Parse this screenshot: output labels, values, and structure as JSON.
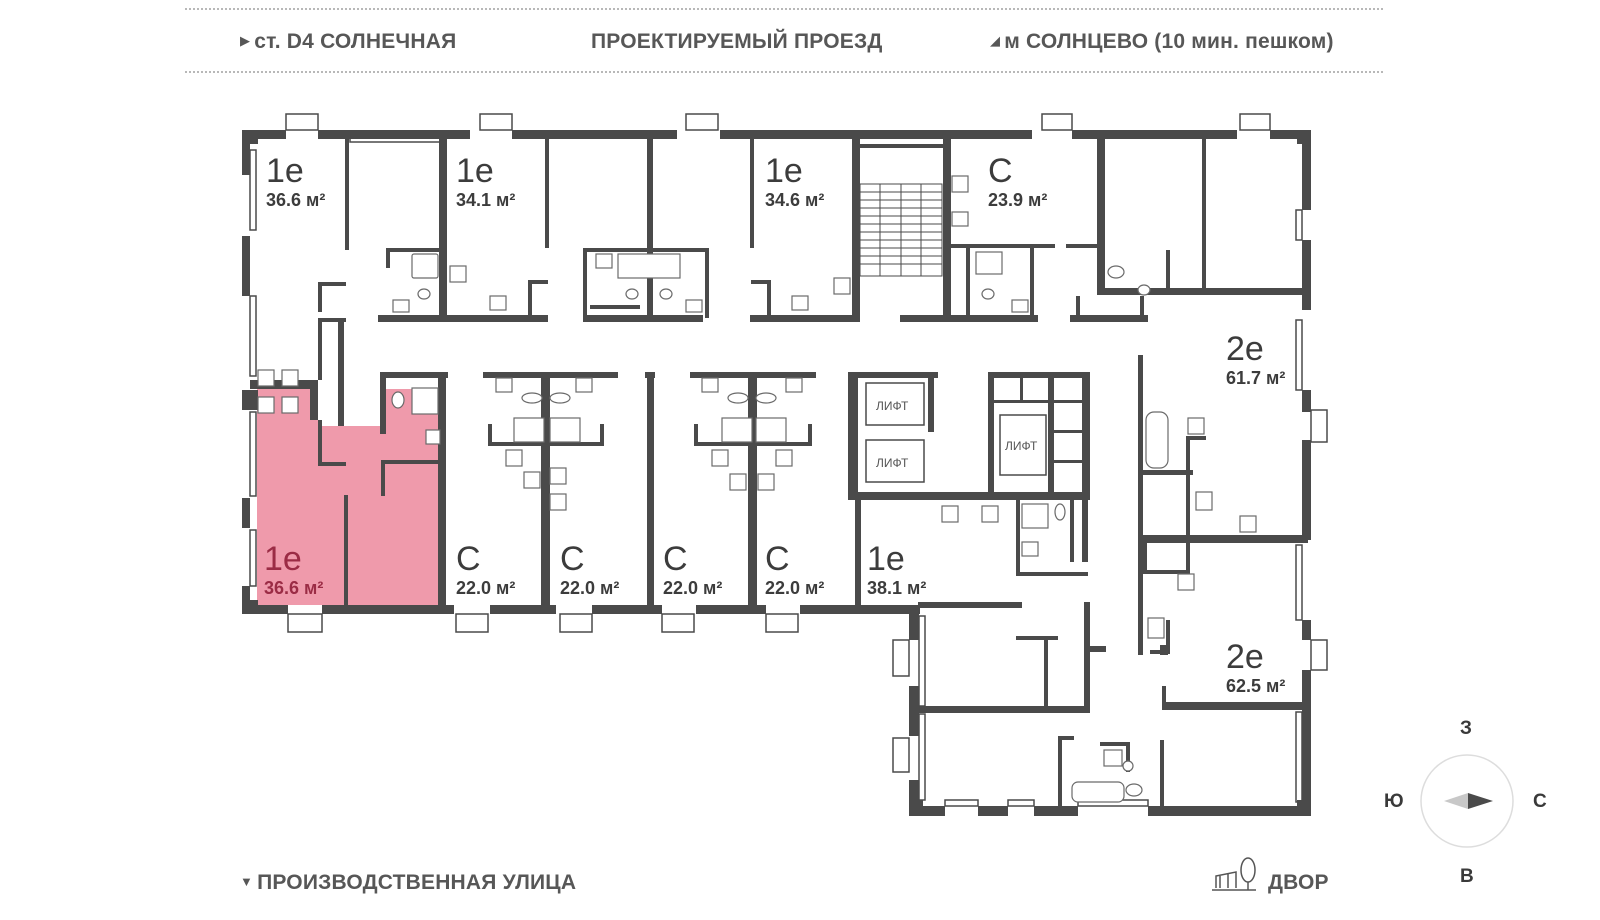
{
  "streets": {
    "top_left": "ст. D4 СОЛНЕЧНАЯ",
    "top_center": "ПРОЕКТИРУЕМЫЙ ПРОЕЗД",
    "top_right": "м СОЛНЦЕВО (10 мин. пешком)",
    "bottom_left": "ПРОИЗВОДСТВЕННАЯ УЛИЦА",
    "bottom_right": "ДВОР"
  },
  "icons": {
    "top_left_arrow": "triangle-right-icon",
    "top_right_arrow": "triangle-up-icon",
    "bottom_left_arrow": "triangle-down-icon",
    "courtyard": "playground-tree-icon"
  },
  "apartments": [
    {
      "type": "1е",
      "area": "36.6 м²",
      "highlighted": false
    },
    {
      "type": "1е",
      "area": "34.1 м²",
      "highlighted": false
    },
    {
      "type": "1е",
      "area": "34.6 м²",
      "highlighted": false
    },
    {
      "type": "С",
      "area": "23.9 м²",
      "highlighted": false
    },
    {
      "type": "2е",
      "area": "61.7 м²",
      "highlighted": false
    },
    {
      "type": "1е",
      "area": "36.6 м²",
      "highlighted": true
    },
    {
      "type": "С",
      "area": "22.0 м²",
      "highlighted": false
    },
    {
      "type": "С",
      "area": "22.0 м²",
      "highlighted": false
    },
    {
      "type": "С",
      "area": "22.0 м²",
      "highlighted": false
    },
    {
      "type": "С",
      "area": "22.0 м²",
      "highlighted": false
    },
    {
      "type": "1е",
      "area": "38.1 м²",
      "highlighted": false
    },
    {
      "type": "2е",
      "area": "62.5 м²",
      "highlighted": false
    }
  ],
  "elevators": [
    "ЛИФТ",
    "ЛИФТ",
    "ЛИФТ"
  ],
  "compass": {
    "north": "З",
    "south": "В",
    "west": "Ю",
    "east": "С"
  },
  "colors": {
    "highlight": "#ef9aab",
    "highlight_text": "#9b2c45",
    "wall": "#4a4a4a"
  }
}
